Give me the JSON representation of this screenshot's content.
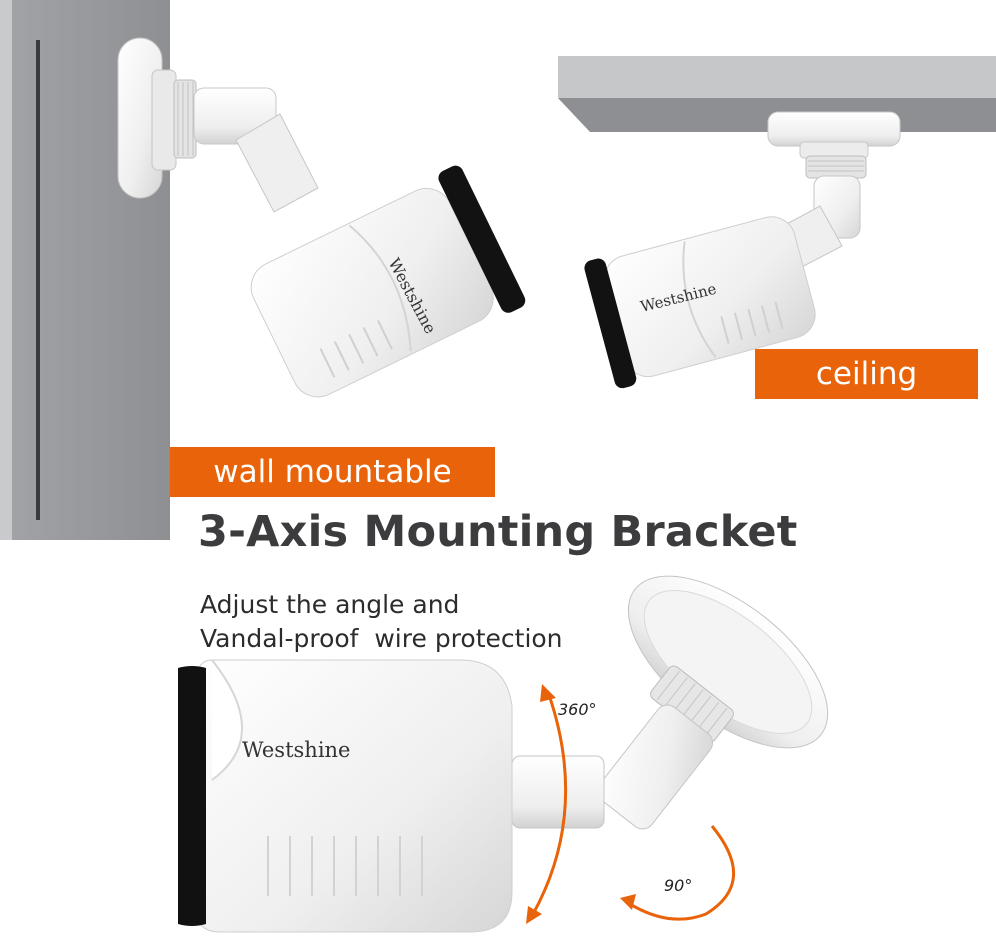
{
  "brand": {
    "name": "Westshine"
  },
  "labels": {
    "wall": "wall mountable",
    "ceiling": "ceiling"
  },
  "headline": "3-Axis Mounting Bracket",
  "description": {
    "line1": "Adjust the angle and",
    "line2": "Vandal-proof  wire protection"
  },
  "rotation": {
    "pan": "360°",
    "tilt": "90°"
  },
  "colors": {
    "accent": "#e8630a",
    "surface": "#9a9b9e",
    "camera_body": "#f2f2f2",
    "lens": "#111111",
    "headline_text": "#3c3c3e"
  }
}
